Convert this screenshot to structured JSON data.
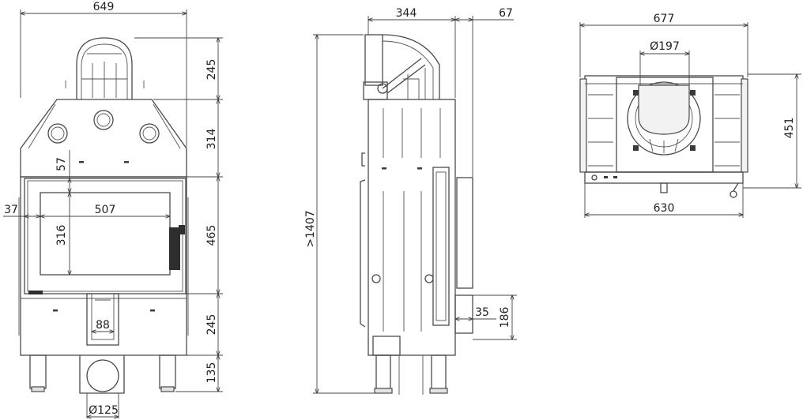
{
  "dimensions": {
    "front_width": "649",
    "front_h_top": "245",
    "front_h_mid": "314",
    "front_h_window": "465",
    "front_h_lower": "245",
    "front_h_feet": "135",
    "front_glass_width": "507",
    "front_glass_height": "316",
    "front_offset_top": "57",
    "front_offset_left": "37",
    "front_ash_width": "88",
    "front_outlet_diameter": "Ø125",
    "side_depth": "344",
    "side_door_depth": "67",
    "side_total_height": ">1407",
    "side_inlet_width": "35",
    "side_inlet_height": "186",
    "top_outer_width": "677",
    "top_flue_diameter": "Ø197",
    "top_depth": "451",
    "top_inner_width": "630"
  }
}
